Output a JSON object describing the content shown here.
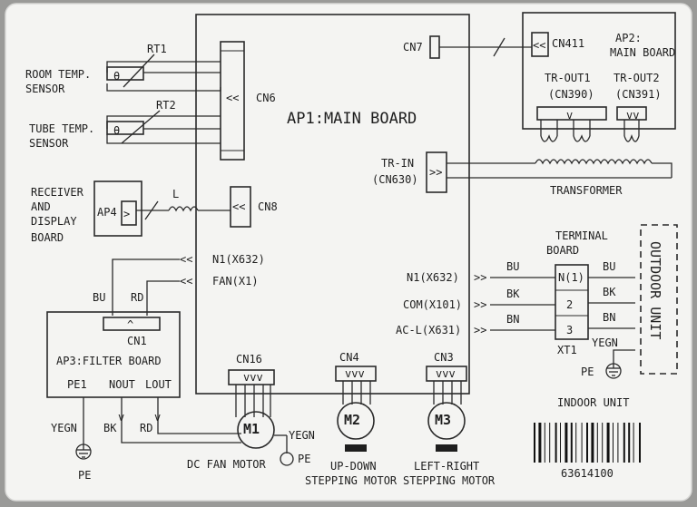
{
  "main_board": {
    "title": "AP1:MAIN BOARD",
    "cn6": "CN6",
    "cn7": "CN7",
    "cn8": "CN8",
    "tr_in": "TR-IN",
    "tr_in_code": "(CN630)",
    "n1_in": "N1(X632)",
    "fan": "FAN(X1)",
    "n1_out": "N1(X632)",
    "com": "COM(X101)",
    "acl": "AC-L(X631)",
    "cn16": "CN16",
    "cn4": "CN4",
    "cn3": "CN3"
  },
  "sensors": {
    "room_line1": "ROOM TEMP.",
    "room_line2": "SENSOR",
    "tube_line1": "TUBE TEMP.",
    "tube_line2": "SENSOR",
    "rt1": "RT1",
    "rt2": "RT2",
    "theta": "θ"
  },
  "receiver": {
    "line1": "RECEIVER",
    "line2": "AND",
    "line3": "DISPLAY",
    "line4": "BOARD",
    "ap4": "AP4",
    "inductor": "L"
  },
  "filter": {
    "title": "AP3:FILTER BOARD",
    "cn1": "CN1",
    "pe1": "PE1",
    "nout": "NOUT",
    "lout": "LOUT",
    "bu": "BU",
    "rd": "RD",
    "yegn": "YEGN",
    "bk": "BK",
    "rd2": "RD",
    "pe": "PE"
  },
  "ap2": {
    "cn411": "CN411",
    "title_line1": "AP2:",
    "title_line2": "MAIN BOARD",
    "trout1": "TR-OUT1",
    "trout1_code": "(CN390)",
    "trout2": "TR-OUT2",
    "trout2_code": "(CN391)"
  },
  "transformer": "TRANSFORMER",
  "terminal": {
    "title_line1": "TERMINAL",
    "title_line2": "BOARD",
    "t1": "N(1)",
    "t2": "2",
    "t3": "3",
    "xt1": "XT1",
    "bu_left": "BU",
    "bk_left": "BK",
    "bn_left": "BN",
    "bu_right": "BU",
    "bk_right": "BK",
    "bn_right": "BN",
    "yegn": "YEGN",
    "pe": "PE"
  },
  "outdoor": "OUTDOOR UNIT",
  "indoor": "INDOOR UNIT",
  "motors": {
    "m1": "M1",
    "m2": "M2",
    "m3": "M3",
    "m1_yegn": "YEGN",
    "m1_pe": "PE",
    "dc_fan": "DC FAN MOTOR",
    "updown_line1": "UP-DOWN",
    "updown_line2": "STEPPING MOTOR",
    "lr_line1": "LEFT-RIGHT",
    "lr_line2": "STEPPING MOTOR"
  },
  "barcode_number": "63614100"
}
